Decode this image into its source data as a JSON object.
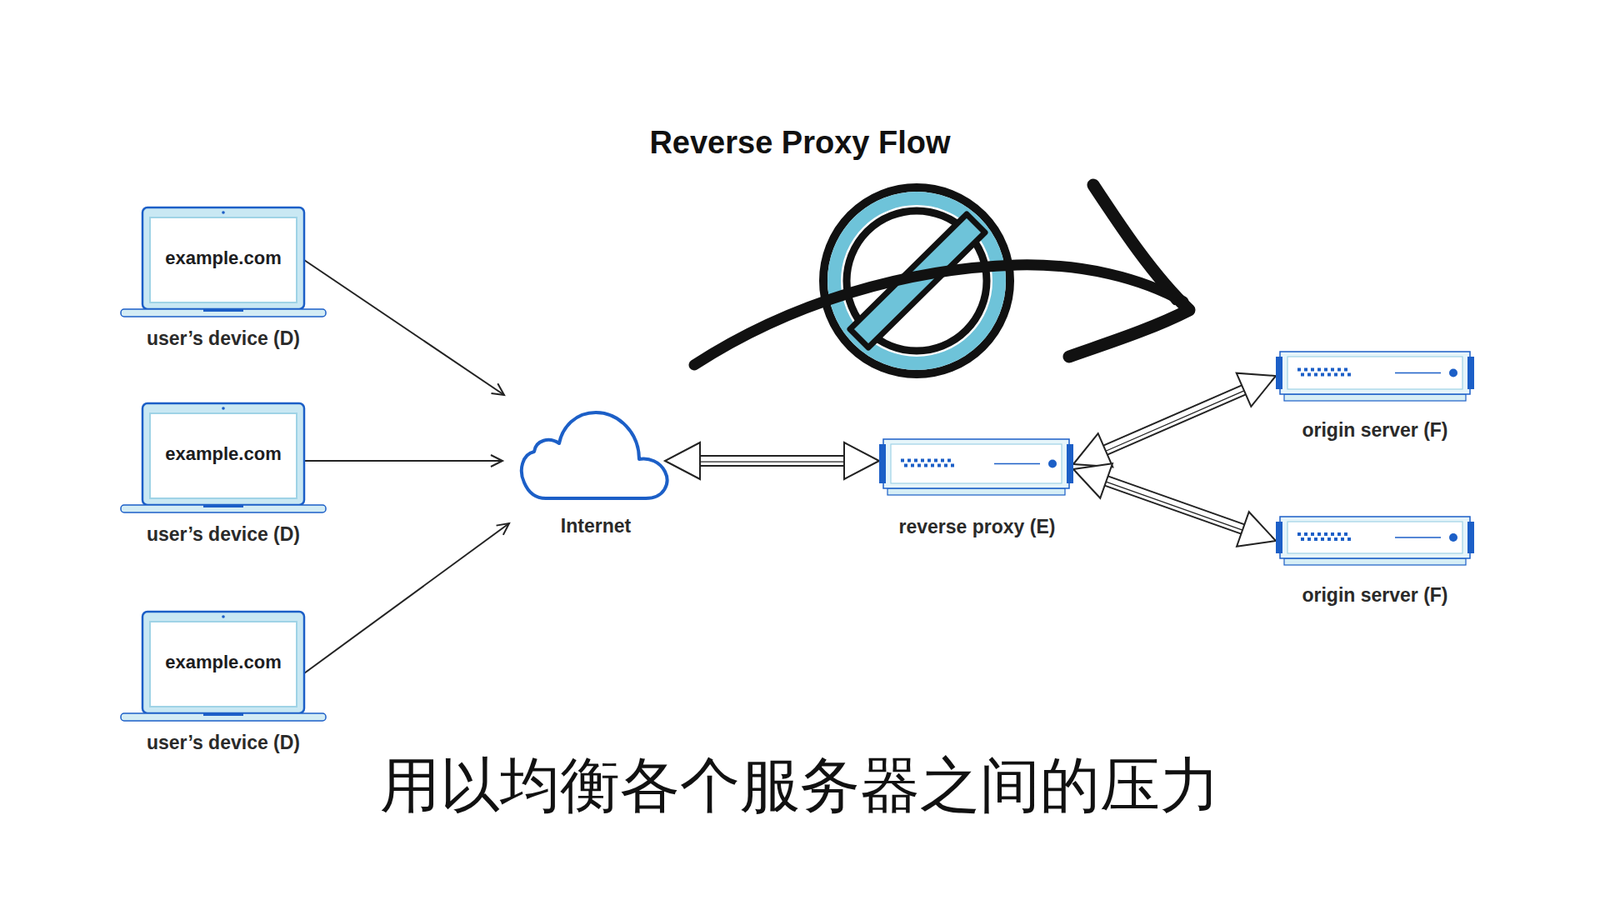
{
  "diagram": {
    "title": "Reverse Proxy Flow",
    "caption": "用以均衡各个服务器之间的压力",
    "nodes": [
      {
        "text": [
          "example.com",
          "user’s device (D)"
        ]
      },
      {
        "text": [
          "example.com",
          "user’s device (D)"
        ]
      },
      {
        "text": [
          "example.com",
          "user’s device (D)"
        ]
      },
      {
        "text": [
          "Internet"
        ]
      },
      {
        "text": [
          "reverse proxy (E)"
        ]
      },
      {
        "text": [
          "origin server (F)"
        ]
      },
      {
        "text": [
          "origin server (F)"
        ]
      }
    ],
    "edges": [
      {
        "from": 0,
        "to": 3,
        "arrow": "to"
      },
      {
        "from": 1,
        "to": 3,
        "arrow": "to"
      },
      {
        "from": 2,
        "to": 3,
        "arrow": "to"
      },
      {
        "from": 3,
        "to": 4,
        "arrow": "both"
      },
      {
        "from": 4,
        "to": 5,
        "arrow": "both"
      },
      {
        "from": 4,
        "to": 6,
        "arrow": "both"
      }
    ]
  }
}
